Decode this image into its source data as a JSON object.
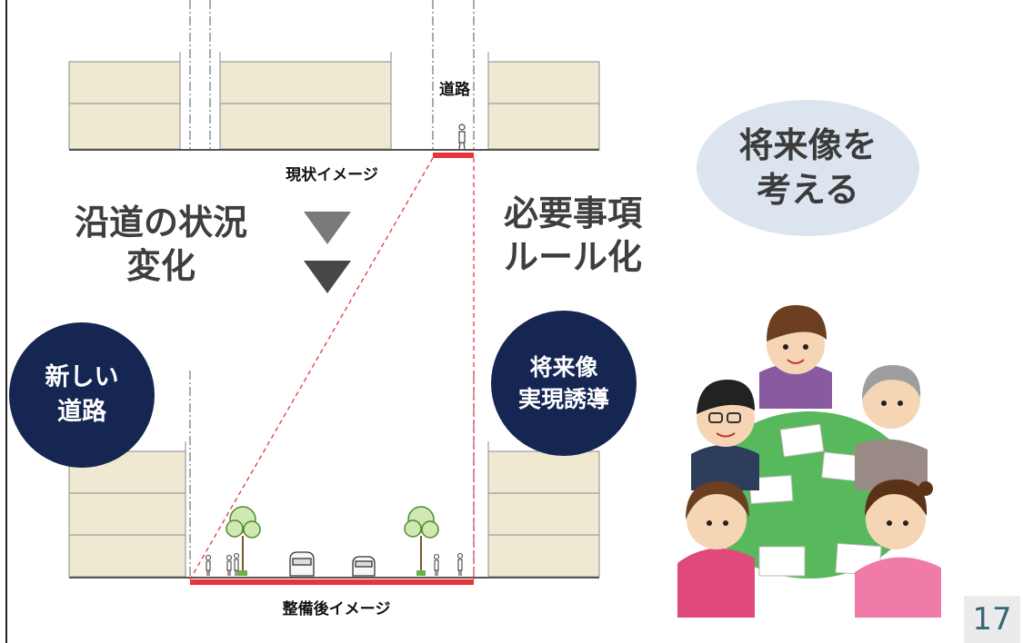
{
  "diagram": {
    "road_label": "道路",
    "current_caption": "現状イメージ",
    "after_caption": "整備後イメージ"
  },
  "texts": {
    "left_heading_line1": "沿道の状況",
    "left_heading_line2": "変化",
    "right_heading_line1": "必要事項",
    "right_heading_line2": "ルール化"
  },
  "badges": {
    "new_road_line1": "新しい",
    "new_road_line2": "道路",
    "future_line1": "将来像",
    "future_line2": "実現誘導"
  },
  "callout": {
    "line1": "将来像を",
    "line2": "考える"
  },
  "page_number": "17",
  "colors": {
    "badge_navy": "#142651",
    "bubble": "#dbe4ef",
    "road_red": "#e8333a",
    "building": "#efe9d2"
  }
}
